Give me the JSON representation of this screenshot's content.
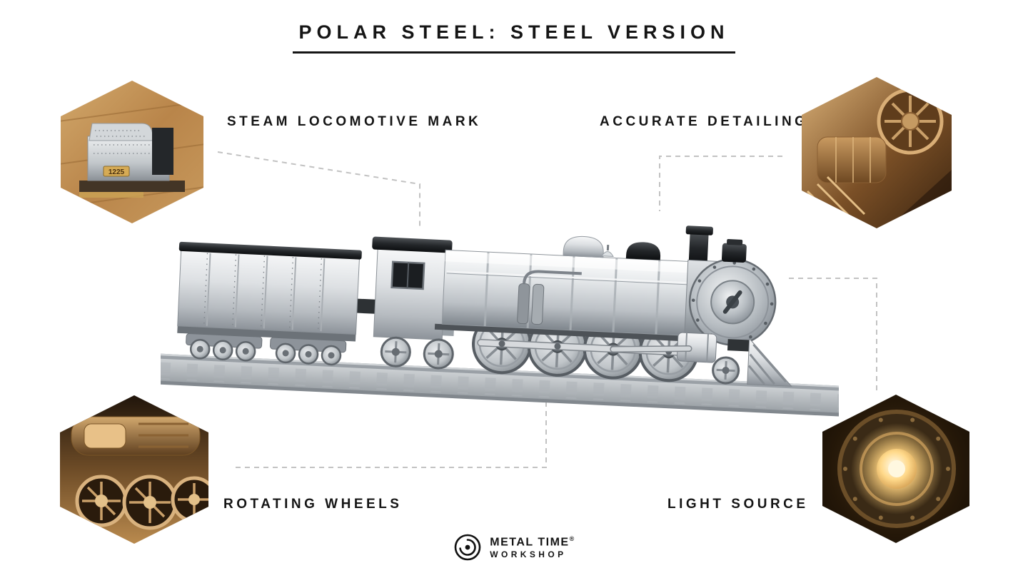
{
  "title": "POLAR STEEL: STEEL VERSION",
  "callouts": {
    "steam_mark": "STEAM LOCOMOTIVE MARK",
    "detailing": "ACCURATE DETAILING",
    "wheels": "ROTATING WHEELS",
    "light": "LIGHT SOURCE"
  },
  "photos": {
    "steam_mark_plate": "1225"
  },
  "logo": {
    "brand": "METAL TIME",
    "registered": "®",
    "sub": "WORKSHOP"
  },
  "colors": {
    "text": "#151515",
    "callout_line": "#c2c2c2",
    "steel_light": "#e7eaec",
    "steel_dark": "#16181a",
    "copper": "#b98a4e",
    "glow": "#ffe9a8"
  }
}
